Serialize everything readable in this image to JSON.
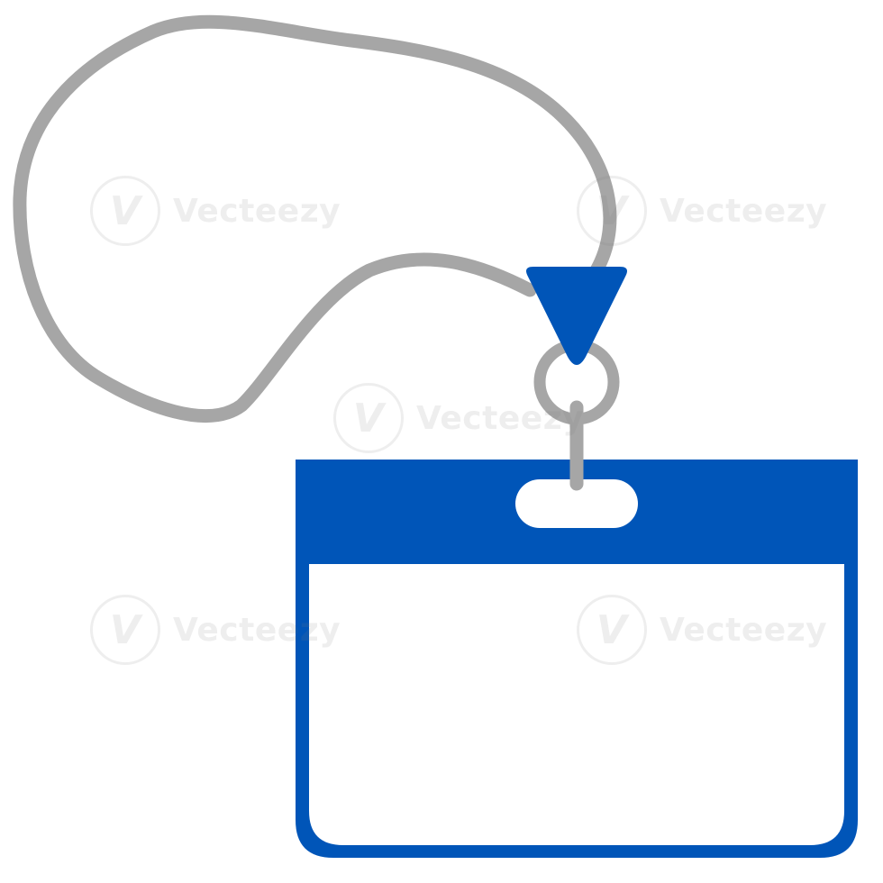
{
  "illustration": {
    "subject": "id-badge-with-lanyard",
    "colors": {
      "badge_blue": "#0055b8",
      "lanyard_gray": "#a6a6a6",
      "background": "#ffffff"
    }
  },
  "watermark": {
    "brand": "Vecteezy",
    "logo_glyph": "V"
  }
}
